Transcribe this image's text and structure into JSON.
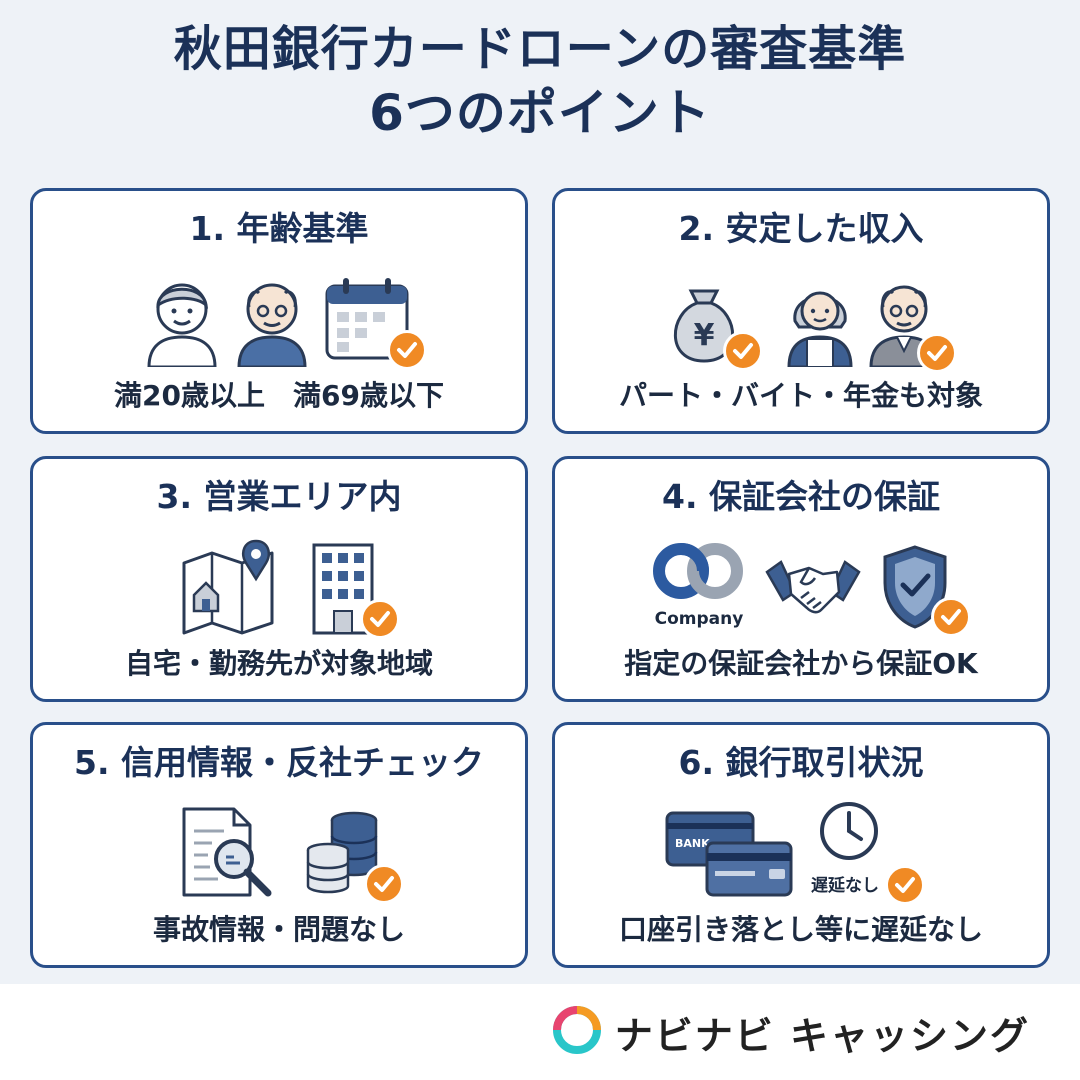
{
  "title": {
    "line1": "秋田銀行カードローンの審査基準",
    "line2": "6つのポイント"
  },
  "cards": [
    {
      "title": "1. 年齢基準",
      "caption": "満20歳以上　満69歳以下"
    },
    {
      "title": "2. 安定した収入",
      "caption": "パート・バイト・年金も対象",
      "yen": "¥"
    },
    {
      "title": "3. 営業エリア内",
      "caption": "自宅・勤務先が対象地域"
    },
    {
      "title": "4. 保証会社の保証",
      "caption": "指定の保証会社から保証OK",
      "company_label": "Company"
    },
    {
      "title": "5. 信用情報・反社チェック",
      "caption": "事故情報・問題なし"
    },
    {
      "title": "6. 銀行取引状況",
      "caption": "口座引き落とし等に遅延なし",
      "bank_label": "BANK",
      "delay_label": "遅延なし"
    }
  ],
  "brand": {
    "name": "ナビナビ キャッシング"
  },
  "colors": {
    "navy": "#1b3158",
    "accent_blue": "#3d5f92",
    "check_orange": "#f08a24",
    "card_border": "#294f8a"
  },
  "icons": [
    "person-young-icon",
    "person-senior-icon",
    "calendar-icon",
    "money-bag-icon",
    "worker-woman-icon",
    "worker-senior-icon",
    "map-icon",
    "building-icon",
    "company-logo-icon",
    "handshake-icon",
    "shield-icon",
    "document-search-icon",
    "database-icon",
    "bank-card-icon",
    "clock-icon",
    "check-icon"
  ]
}
